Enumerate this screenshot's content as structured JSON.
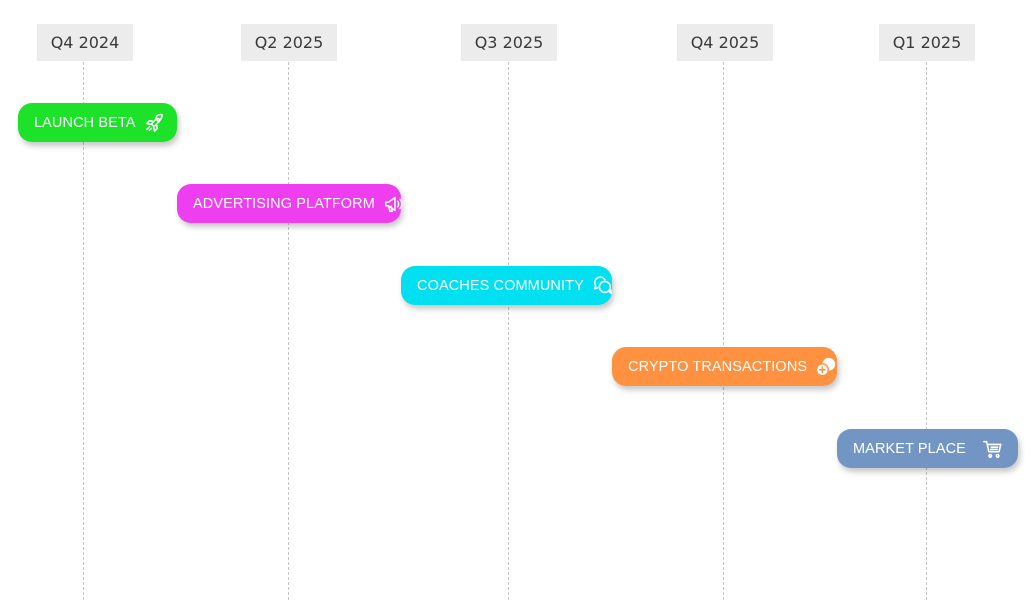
{
  "timeline": {
    "quarters": [
      {
        "label": "Q4 2024"
      },
      {
        "label": "Q2 2025"
      },
      {
        "label": "Q3 2025"
      },
      {
        "label": "Q4 2025"
      },
      {
        "label": "Q1 2025"
      }
    ],
    "milestones": [
      {
        "label": "LAUNCH BETA",
        "color": "#1de22a",
        "icon": "rocket-icon"
      },
      {
        "label": "ADVERTISING PLATFORM",
        "color": "#ef3ef0",
        "icon": "megaphone-icon"
      },
      {
        "label": "COACHES COMMUNITY",
        "color": "#00e0f0",
        "icon": "chat-bubbles-icon"
      },
      {
        "label": "CRYPTO TRANSACTIONS",
        "color": "#ff9140",
        "icon": "coins-icon"
      },
      {
        "label": "MARKET PLACE",
        "color": "#7395c3",
        "icon": "shopping-cart-icon"
      }
    ]
  }
}
